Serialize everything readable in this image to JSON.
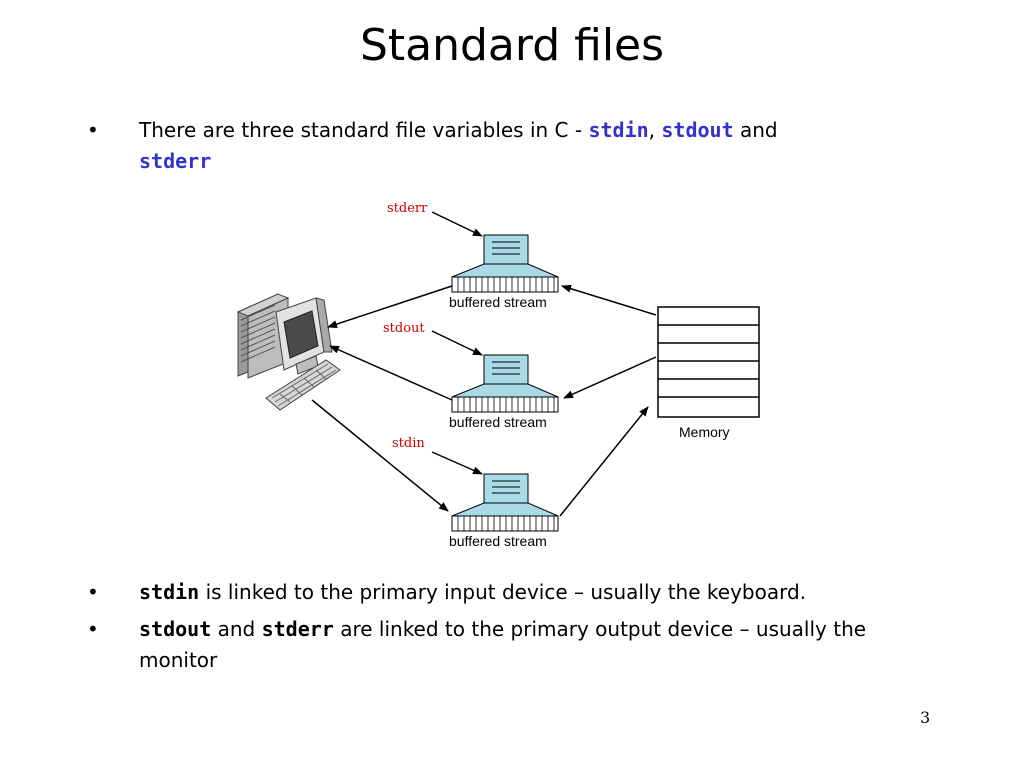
{
  "title": "Standard files",
  "bullet_symbol": "•",
  "bullets": [
    {
      "pre": "There are three standard file variables  in C - ",
      "kw1": "stdin",
      "sep1": ",",
      "kw2": "stdout",
      "mid": " and",
      "kw3": "stderr"
    },
    {
      "kw1": "stdin",
      "text": " is linked to the primary input device – usually the keyboard."
    },
    {
      "kw1": "stdout",
      "mid": " and ",
      "kw2": "stderr",
      "text": " are linked to the primary output device – usually the monitor"
    }
  ],
  "diagram": {
    "streams": [
      {
        "name": "stderr",
        "label": "buffered stream"
      },
      {
        "name": "stdout",
        "label": "buffered stream"
      },
      {
        "name": "stdin",
        "label": "buffered stream"
      }
    ],
    "memory_label": "Memory"
  },
  "page_number": "3"
}
